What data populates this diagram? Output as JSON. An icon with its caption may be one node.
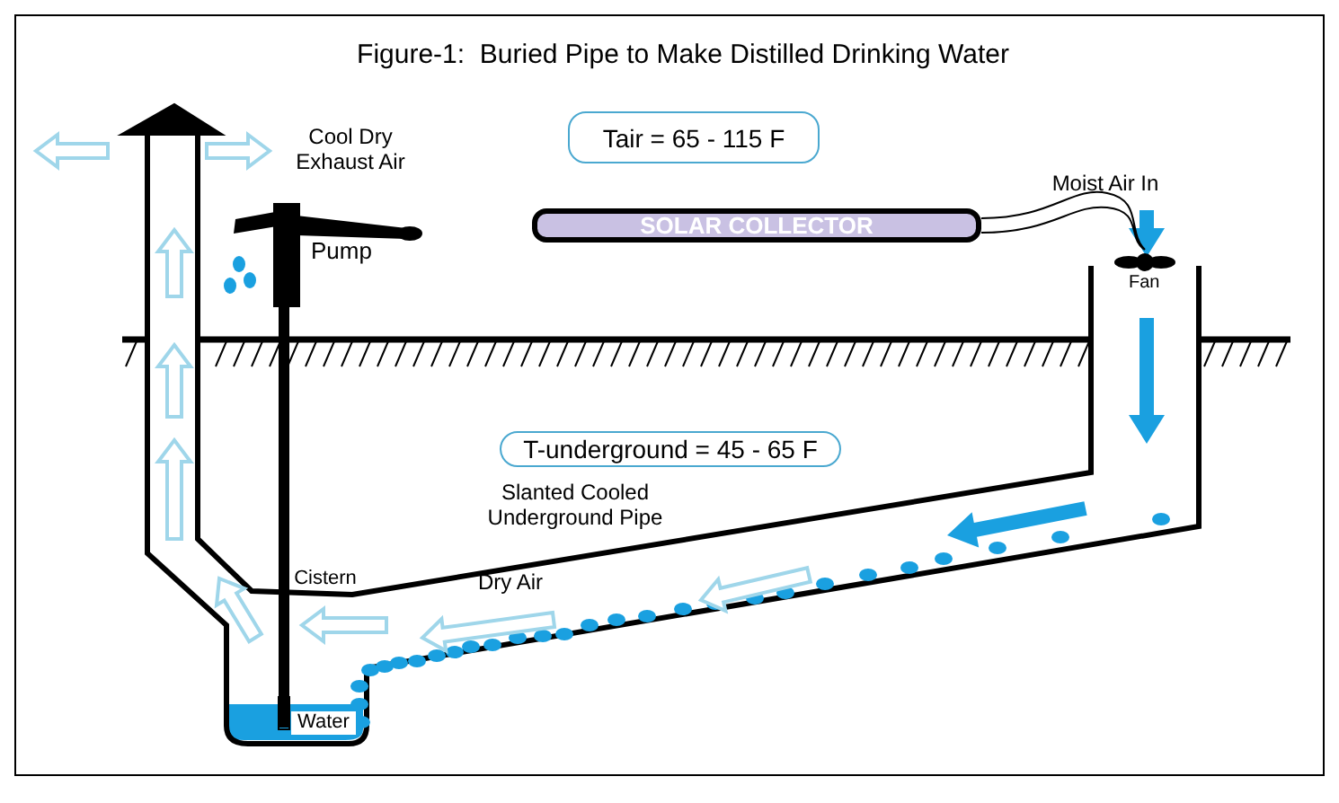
{
  "diagram": {
    "title": "Figure-1:  Buried Pipe to Make Distilled Drinking Water",
    "nodes": [
      {
        "text": [
          "Tair = 65 - 115 F"
        ]
      },
      {
        "text": [
          "SOLAR COLLECTOR"
        ]
      },
      {
        "text": [
          "T-underground = 45 - 65 F"
        ]
      },
      {
        "text": [],
        "shape": "picture",
        "beside": [
          "Fan"
        ]
      }
    ],
    "edges": [
      {
        "from": 1,
        "to": 3,
        "arrow": "none"
      }
    ],
    "labels": [
      "Cool Dry Exhaust Air",
      "Moist Air In",
      "Pump",
      "Slanted Cooled Underground Pipe",
      "Cistern",
      "Dry Air",
      "Water"
    ]
  }
}
